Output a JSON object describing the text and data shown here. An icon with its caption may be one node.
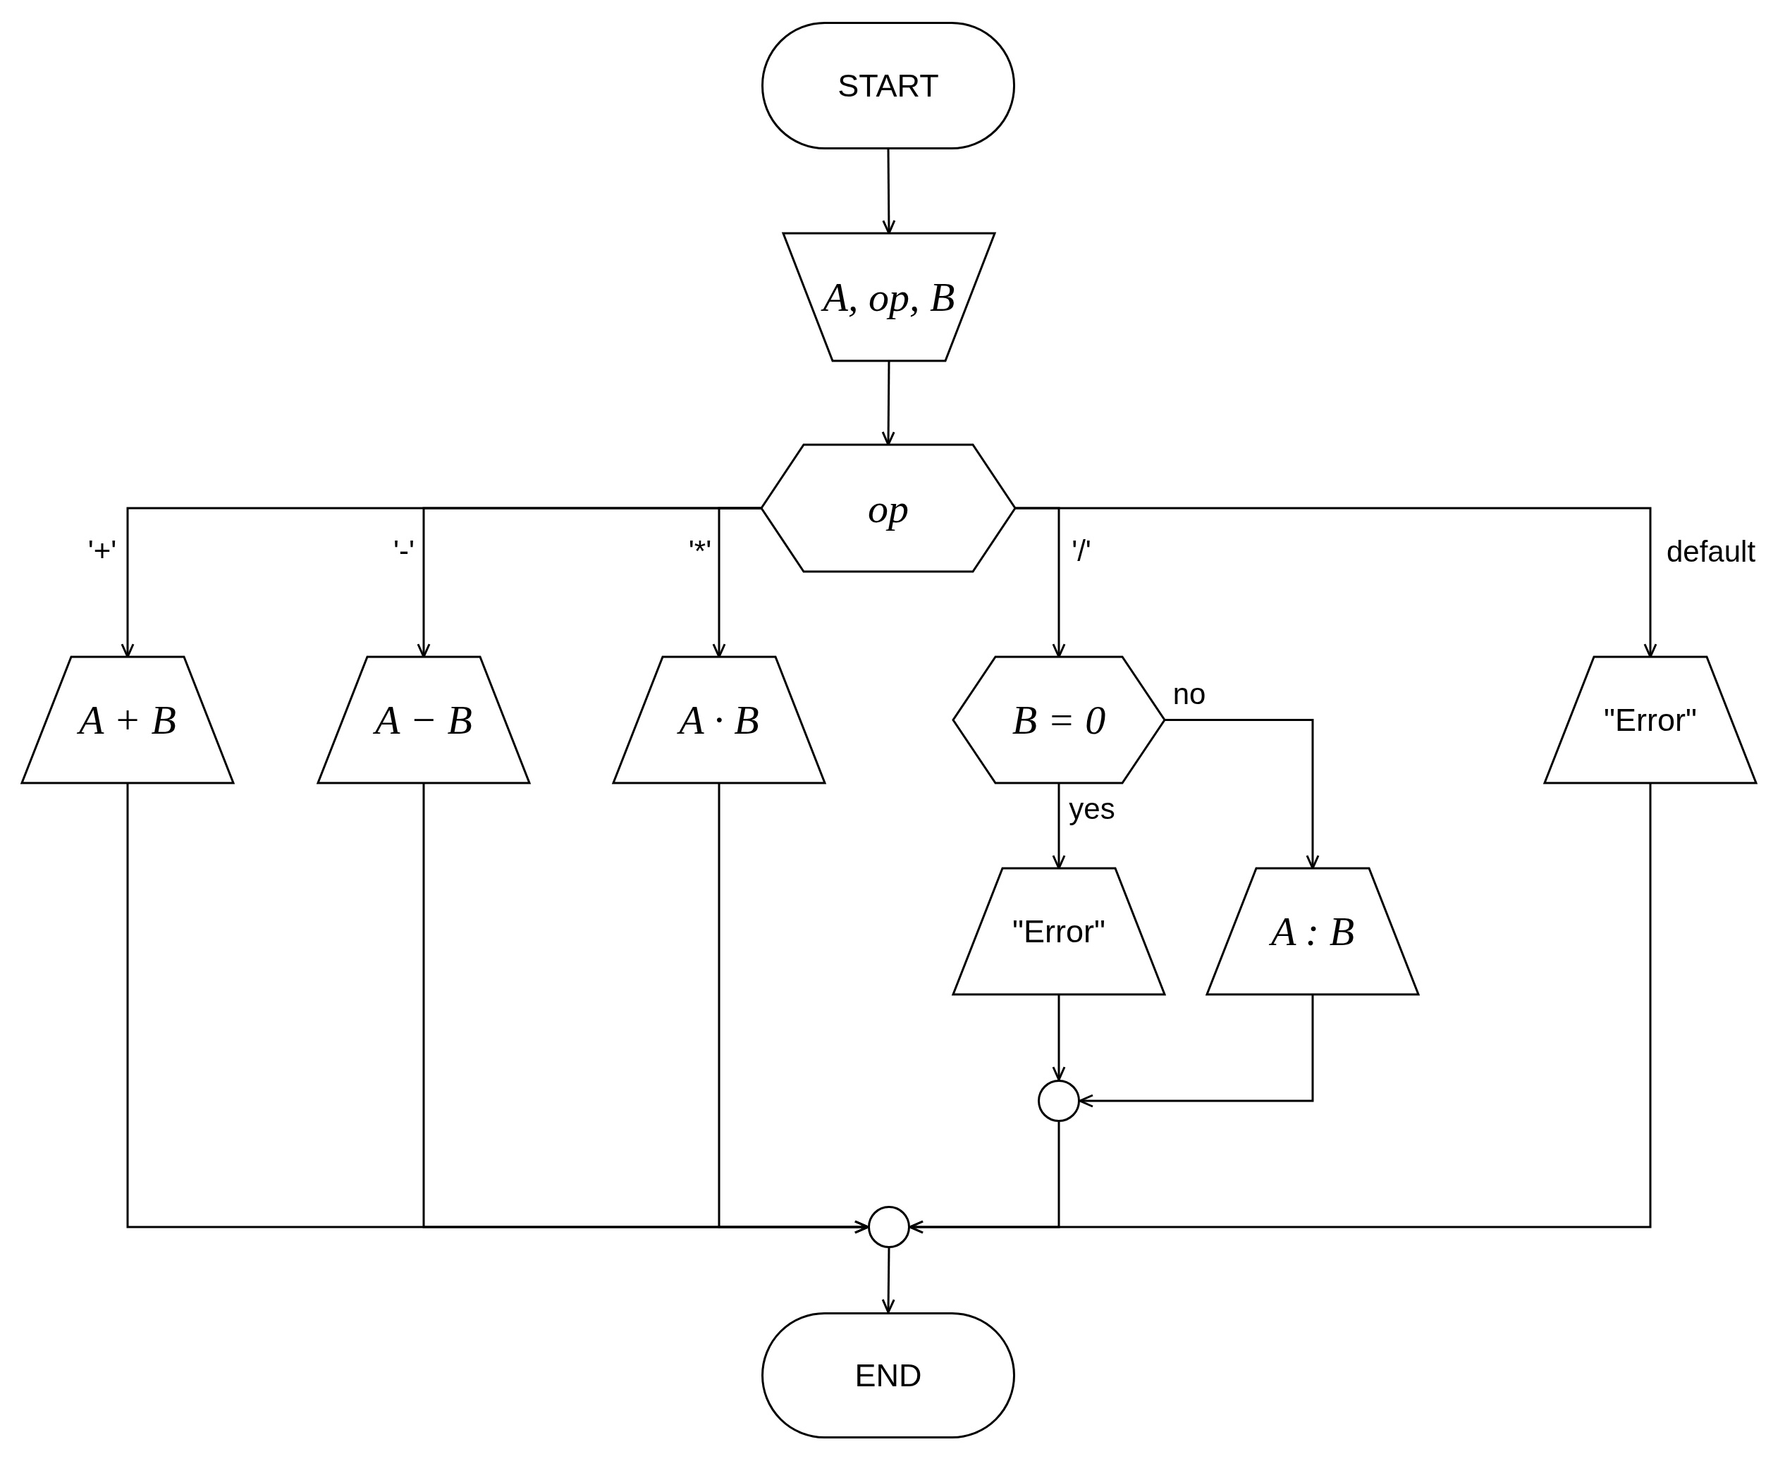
{
  "diagram": {
    "nodes": [
      {
        "text": [
          "START"
        ]
      },
      {
        "text": [
          "A, op, B"
        ]
      },
      {
        "text": [
          "op"
        ]
      },
      {
        "text": [
          "A + B"
        ]
      },
      {
        "text": [
          "A − B"
        ]
      },
      {
        "text": [
          "A · B"
        ]
      },
      {
        "text": [
          "B = 0"
        ]
      },
      {
        "text": [
          "\"Error\""
        ]
      },
      {
        "text": [
          "\"Error\""
        ]
      },
      {
        "text": [
          "A : B"
        ]
      },
      {
        "text": [],
        "shape": "circle"
      },
      {
        "text": [],
        "shape": "circle"
      },
      {
        "text": [
          "END"
        ]
      }
    ],
    "edges": [
      {
        "from": 0,
        "to": 1,
        "arrow": "to"
      },
      {
        "from": 1,
        "to": 2,
        "arrow": "to"
      },
      {
        "from": 2,
        "to": 3,
        "arrow": "to",
        "label": "'+'"
      },
      {
        "from": 2,
        "to": 4,
        "arrow": "to",
        "label": "'-'"
      },
      {
        "from": 2,
        "to": 5,
        "arrow": "to",
        "label": "'*'"
      },
      {
        "from": 2,
        "to": 6,
        "arrow": "to",
        "label": "'/'"
      },
      {
        "from": 2,
        "to": 7,
        "arrow": "to",
        "label": "default"
      },
      {
        "from": 6,
        "to": 8,
        "arrow": "to",
        "label": "yes"
      },
      {
        "from": 6,
        "to": 9,
        "arrow": "to",
        "label": "no"
      },
      {
        "from": 8,
        "to": 10,
        "arrow": "to"
      },
      {
        "from": 9,
        "to": 10,
        "arrow": "to"
      },
      {
        "from": 3,
        "to": 11,
        "arrow": "to"
      },
      {
        "from": 4,
        "to": 11,
        "arrow": "to"
      },
      {
        "from": 5,
        "to": 11,
        "arrow": "to"
      },
      {
        "from": 10,
        "to": 11,
        "arrow": "to"
      },
      {
        "from": 7,
        "to": 11,
        "arrow": "to"
      },
      {
        "from": 11,
        "to": 12,
        "arrow": "to"
      }
    ]
  }
}
